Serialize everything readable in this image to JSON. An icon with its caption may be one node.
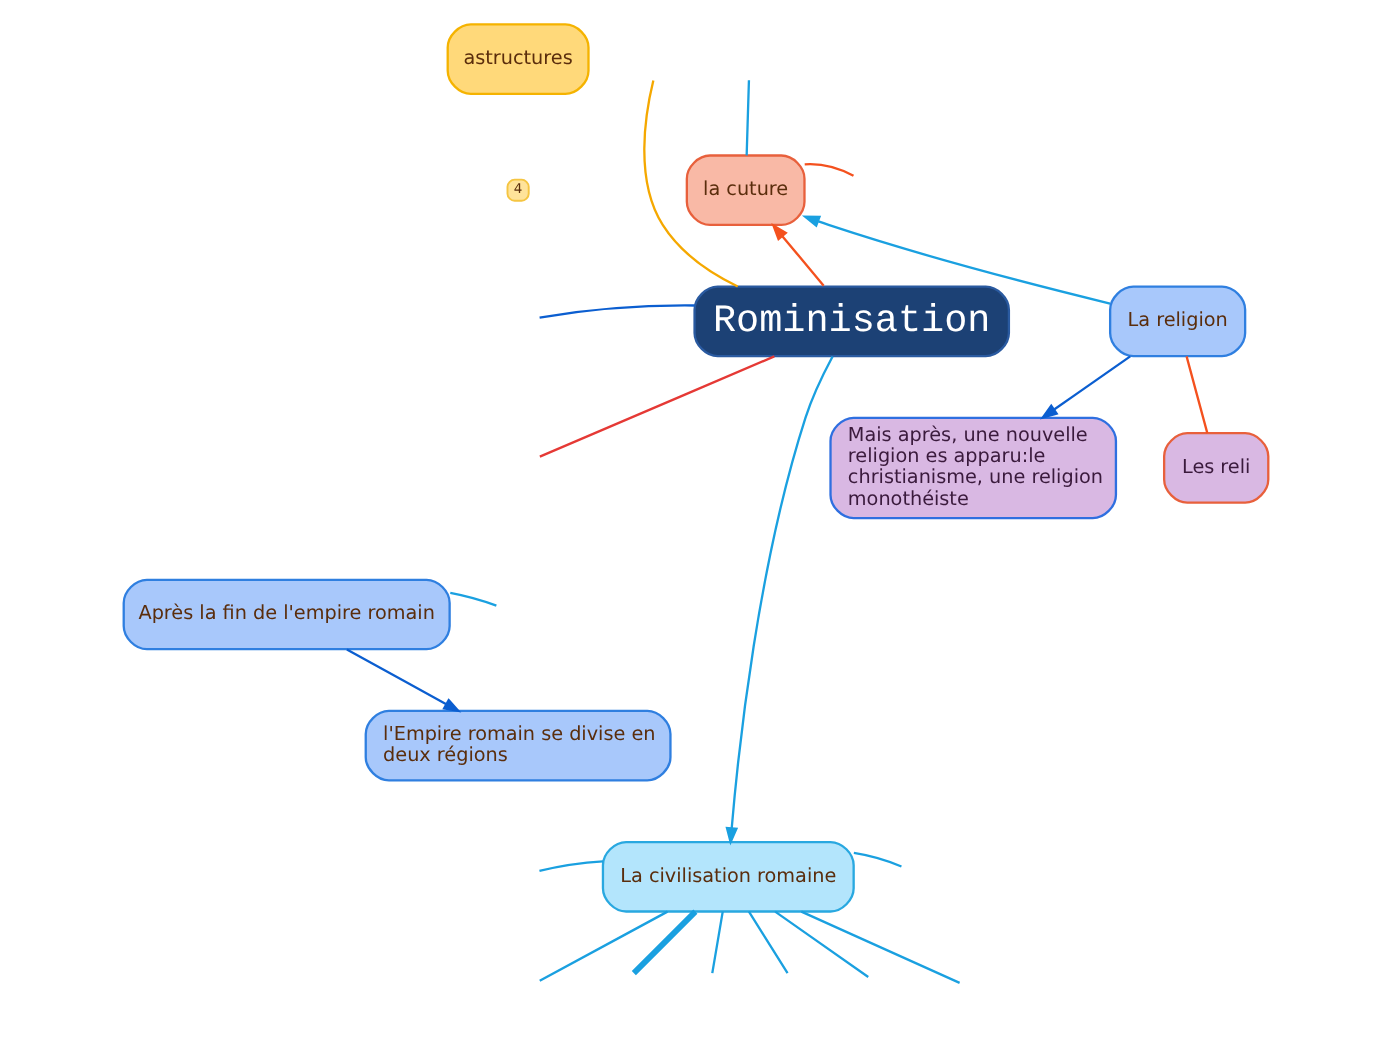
{
  "diagram": {
    "nodes": [
      {
        "text": [
          "Rominisation"
        ]
      },
      {
        "text": [
          "astructures"
        ]
      },
      {
        "text": [
          "la cuture"
        ]
      },
      {
        "text": [
          "La religion"
        ]
      },
      {
        "text": [
          "Mais après, une nouvelle religion es apparu:le christianisme, une religion monothéiste"
        ]
      },
      {
        "text": [
          "Les reli"
        ]
      },
      {
        "text": [
          "Après la fin de l'empire romain"
        ]
      },
      {
        "text": [
          "l'Empire romain se divise en deux régions"
        ]
      },
      {
        "text": [
          "La civilisation romaine"
        ]
      }
    ],
    "edges": [
      {
        "from": 0,
        "to": null,
        "arrow": "none",
        "color": "#e53935"
      },
      {
        "from": 0,
        "to": null,
        "arrow": "none",
        "color": "#f5a800"
      },
      {
        "from": 0,
        "to": null,
        "arrow": "none",
        "color": "#0b5ed0"
      },
      {
        "from": 0,
        "to": 2,
        "arrow": "to",
        "color": "#f4511e"
      },
      {
        "from": 0,
        "to": 8,
        "arrow": "to"
      },
      {
        "from": 2,
        "to": null,
        "arrow": "none"
      },
      {
        "from": 2,
        "to": null,
        "arrow": "none",
        "color": "#f4511e"
      },
      {
        "from": 3,
        "to": 2,
        "arrow": "to"
      },
      {
        "from": 3,
        "to": 4,
        "arrow": "to",
        "color": "#0b5ed0"
      },
      {
        "from": 3,
        "to": 5,
        "arrow": "none",
        "color": "#f4511e"
      },
      {
        "from": null,
        "to": 6,
        "arrow": "none"
      },
      {
        "from": 6,
        "to": 7,
        "arrow": "to",
        "color": "#0b5ed0"
      },
      {
        "from": 8,
        "to": null,
        "arrow": "none"
      },
      {
        "from": 8,
        "to": null,
        "arrow": "none"
      },
      {
        "from": 8,
        "to": null,
        "arrow": "none"
      },
      {
        "from": 8,
        "to": null,
        "arrow": "none",
        "style": "thick"
      },
      {
        "from": 8,
        "to": null,
        "arrow": "none"
      },
      {
        "from": 8,
        "to": null,
        "arrow": "none"
      },
      {
        "from": 8,
        "to": null,
        "arrow": "none"
      },
      {
        "from": 8,
        "to": null,
        "arrow": "none"
      }
    ],
    "labels": [
      "4"
    ]
  }
}
